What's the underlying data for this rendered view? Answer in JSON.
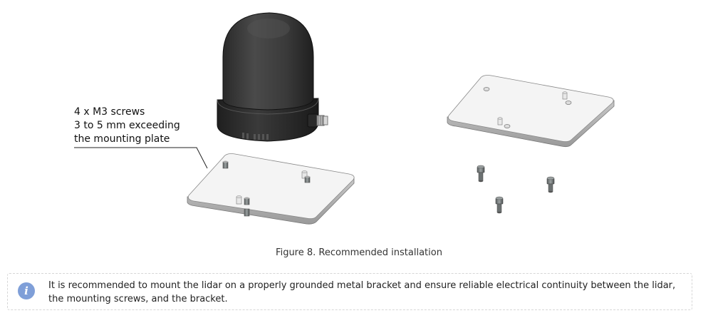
{
  "figure": {
    "callout_lines": [
      "4 x M3 screws",
      "3 to 5 mm exceeding",
      "the mounting plate"
    ],
    "caption": "Figure 8. Recommended installation"
  },
  "note": {
    "icon": "info-icon",
    "text": "It is recommended to mount the lidar on a properly grounded metal bracket and ensure reliable electrical continuity between the lidar, the mounting screws, and the bracket."
  }
}
